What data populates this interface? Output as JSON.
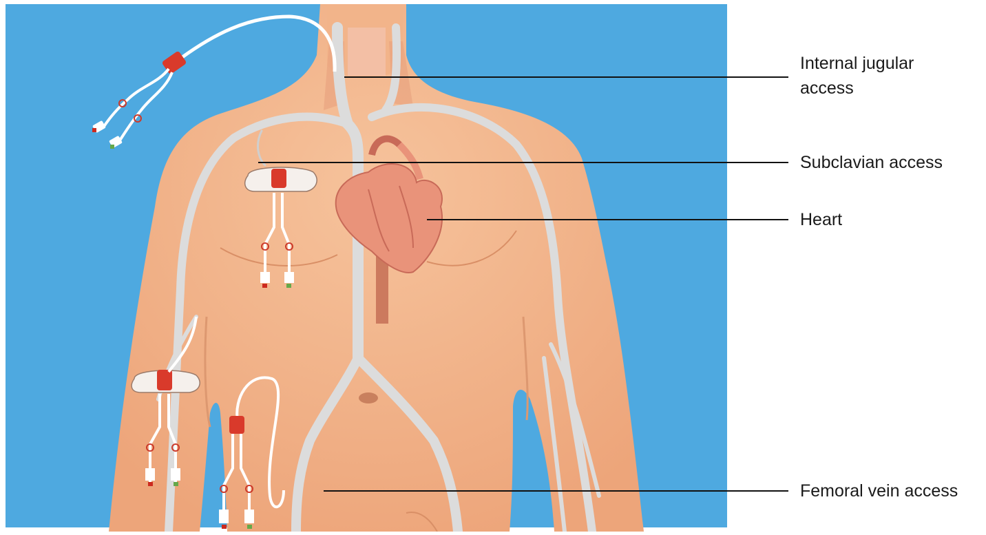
{
  "labels": {
    "internal_jugular": {
      "line1": "Internal jugular",
      "line2": "access"
    },
    "subclavian": "Subclavian access",
    "heart": "Heart",
    "femoral": "Femoral vein access"
  },
  "colors": {
    "background_blue": "#4ea9e0",
    "skin": "#f3b98d",
    "skin_shadow": "#e79e72",
    "vessel": "#dcdcdc",
    "heart": "#e9937a",
    "heart_dark": "#c86a58",
    "catheter_hub": "#d93a2b",
    "catheter_tube": "#ffffff",
    "leader_line": "#111111"
  },
  "icons": [
    "catheter-icon",
    "port-icon",
    "heart-icon"
  ]
}
